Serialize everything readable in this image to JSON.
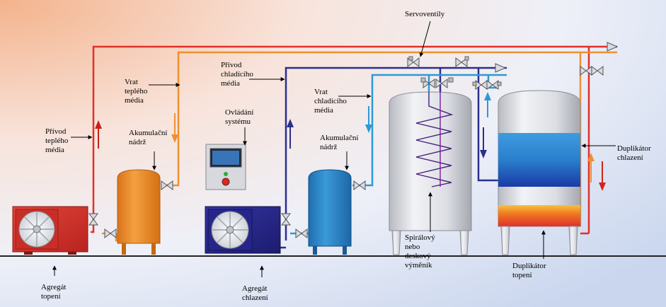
{
  "labels": {
    "servoventily": [
      "Servoventily"
    ],
    "privod_chladiciho": [
      "Přívod",
      "chladícího",
      "média"
    ],
    "vrat_tepleho": [
      "Vrat",
      "teplého",
      "média"
    ],
    "vrat_chladiciho": [
      "Vrat",
      "chladícího",
      "média"
    ],
    "ovladani": [
      "Ovládání",
      "systému"
    ],
    "privod_tepleho": [
      "Přívod",
      "teplého",
      "média"
    ],
    "akumulacni_1": [
      "Akumulační",
      "nádrž"
    ],
    "akumulacni_2": [
      "Akumulační",
      "nádrž"
    ],
    "duplikator_chlazeni": [
      "Duplikátor",
      "chlazení"
    ],
    "agregat_topeni": [
      "Agregát",
      "topení"
    ],
    "agregat_chlazeni": [
      "Agregát",
      "chlazení"
    ],
    "spiralovy": [
      "Spirálový",
      "nebo",
      "deskový",
      "výměník"
    ],
    "duplikator_topeni": [
      "Duplikátor",
      "topení"
    ]
  },
  "colors": {
    "hot_pipe": "#e0312a",
    "warm_pipe": "#ef9030",
    "cold_pipe": "#2a2f8e",
    "cool_pipe": "#2a9ad8",
    "heater_unit": "#d8342c",
    "orange_tank": "#e98a22",
    "chiller_unit": "#2a2a8c",
    "blue_tank": "#2a86c8",
    "steel": "#d6d8de"
  }
}
